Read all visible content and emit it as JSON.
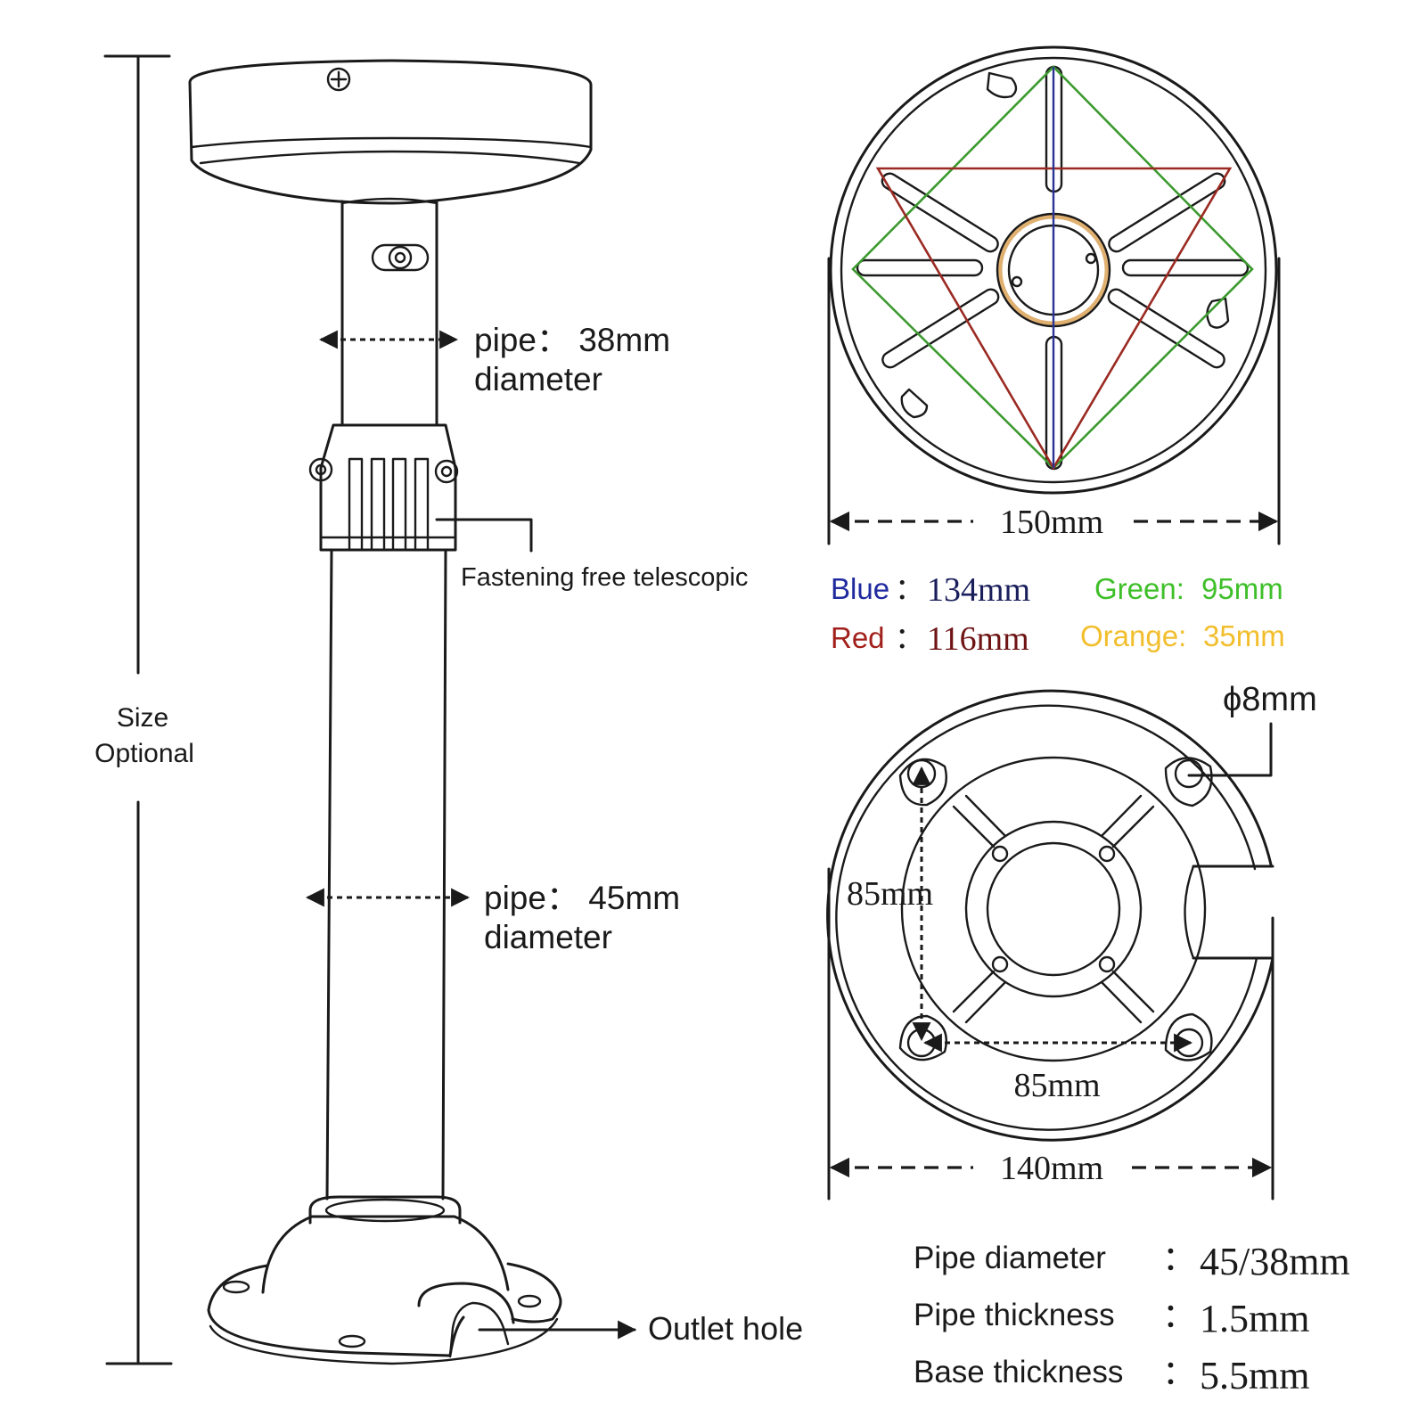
{
  "labels": {
    "size_optional_line1": "Size",
    "size_optional_line2": "Optional",
    "pipe_top_line1": "pipe： 38mm",
    "pipe_top_line2": "diameter",
    "pipe_bottom_line1": "pipe： 45mm",
    "pipe_bottom_line2": "diameter",
    "fastening": "Fastening free telescopic",
    "outlet": "Outlet hole"
  },
  "top_plate": {
    "width": "150mm",
    "legend": [
      {
        "name": "Blue",
        "sep": "：",
        "value": "134mm",
        "color": "#1f2a9e"
      },
      {
        "name": "Red",
        "sep": "：",
        "value": "116mm",
        "color": "#a2201b"
      },
      {
        "name": "Green:",
        "sep": "",
        "value": "95mm",
        "color": "#3fbf2a"
      },
      {
        "name": "Orange:",
        "sep": "",
        "value": "35mm",
        "color": "#f2be2c"
      }
    ],
    "line_colors": {
      "blue": "#2b3494",
      "red": "#9a2a22",
      "green": "#3c9a2f",
      "orange": "#e0b070"
    }
  },
  "base_plate": {
    "hole": "ϕ8mm",
    "vertical": "85mm",
    "horizontal": "85mm",
    "width": "140mm"
  },
  "specs": [
    {
      "label": "Pipe diameter",
      "sep": "：",
      "value": "45/38mm"
    },
    {
      "label": "Pipe thickness",
      "sep": "：",
      "value": "1.5mm"
    },
    {
      "label": "Base thickness",
      "sep": "：",
      "value": "5.5mm"
    }
  ]
}
